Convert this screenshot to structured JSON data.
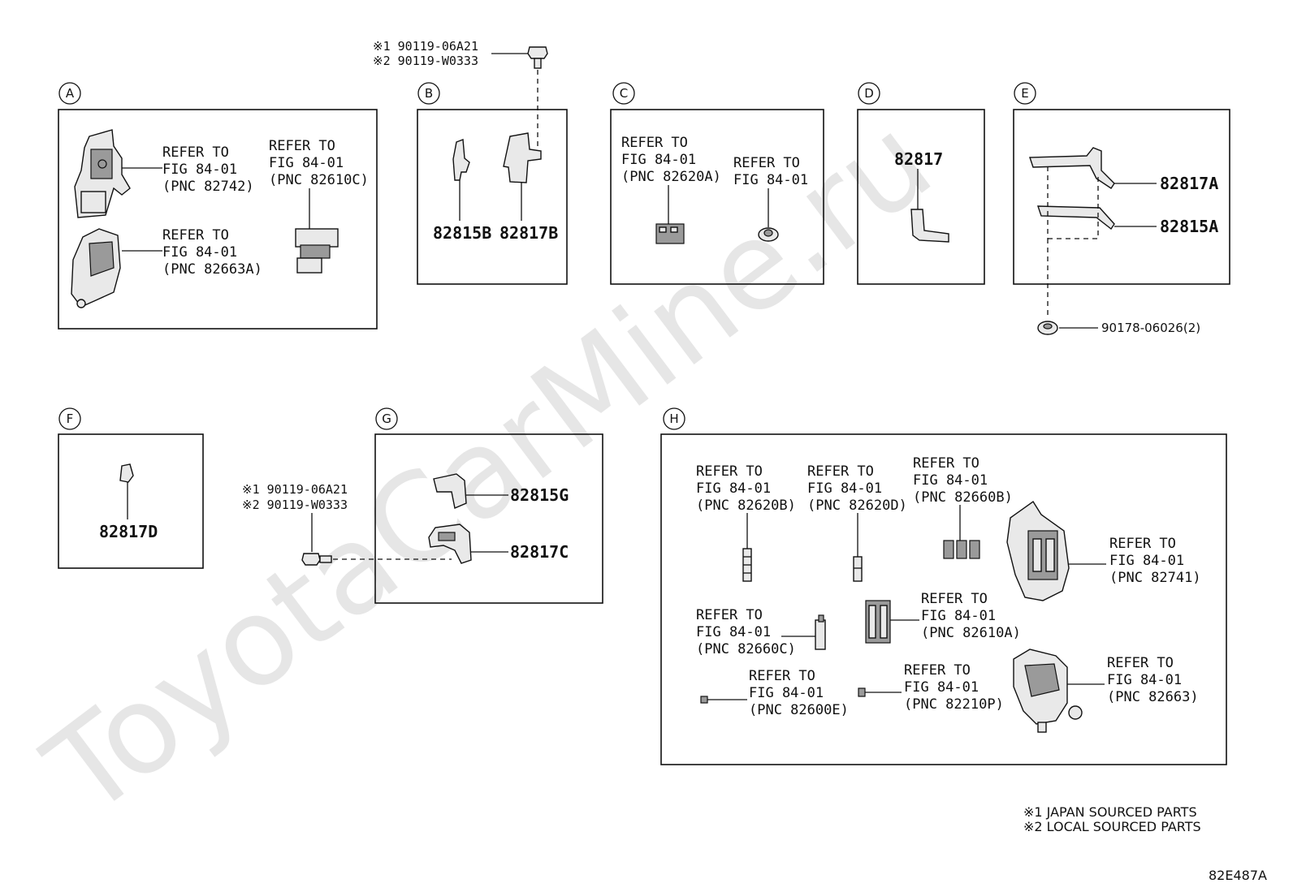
{
  "watermark": "ToyotaCarMine.ru",
  "drawing_code": "82E487A",
  "legend": [
    "※1 JAPAN SOURCED PARTS",
    "※2 LOCAL SOURCED PARTS"
  ],
  "sections": {
    "A": {
      "letter": "A",
      "refs": [
        [
          "REFER TO",
          "FIG 84-01",
          "(PNC 82742)"
        ],
        [
          "REFER TO",
          "FIG 84-01",
          "(PNC 82610C)"
        ],
        [
          "REFER TO",
          "FIG 84-01",
          "(PNC 82663A)"
        ]
      ]
    },
    "B": {
      "letter": "B",
      "bolt": [
        "※1 90119-06A21",
        "※2 90119-W0333"
      ],
      "parts": [
        "82815B",
        "82817B"
      ]
    },
    "C": {
      "letter": "C",
      "refs": [
        [
          "REFER TO",
          "FIG 84-01",
          "(PNC 82620A)"
        ],
        [
          "REFER TO",
          "FIG 84-01"
        ]
      ]
    },
    "D": {
      "letter": "D",
      "parts": [
        "82817"
      ]
    },
    "E": {
      "letter": "E",
      "parts": [
        "82817A",
        "82815A"
      ],
      "clip": "90178-06026(2)"
    },
    "F": {
      "letter": "F",
      "parts": [
        "82817D"
      ]
    },
    "G": {
      "letter": "G",
      "bolt": [
        "※1 90119-06A21",
        "※2 90119-W0333"
      ],
      "parts": [
        "82815G",
        "82817C"
      ]
    },
    "H": {
      "letter": "H",
      "refs": [
        [
          "REFER TO",
          "FIG 84-01",
          "(PNC 82620B)"
        ],
        [
          "REFER TO",
          "FIG 84-01",
          "(PNC 82620D)"
        ],
        [
          "REFER TO",
          "FIG 84-01",
          "(PNC 82660B)"
        ],
        [
          "REFER TO",
          "FIG 84-01",
          "(PNC 82741)"
        ],
        [
          "REFER TO",
          "FIG 84-01",
          "(PNC 82610A)"
        ],
        [
          "REFER TO",
          "FIG 84-01",
          "(PNC 82660C)"
        ],
        [
          "REFER TO",
          "FIG 84-01",
          "(PNC 82600E)"
        ],
        [
          "REFER TO",
          "FIG 84-01",
          "(PNC 82210P)"
        ],
        [
          "REFER TO",
          "FIG 84-01",
          "(PNC 82663)"
        ]
      ]
    }
  }
}
